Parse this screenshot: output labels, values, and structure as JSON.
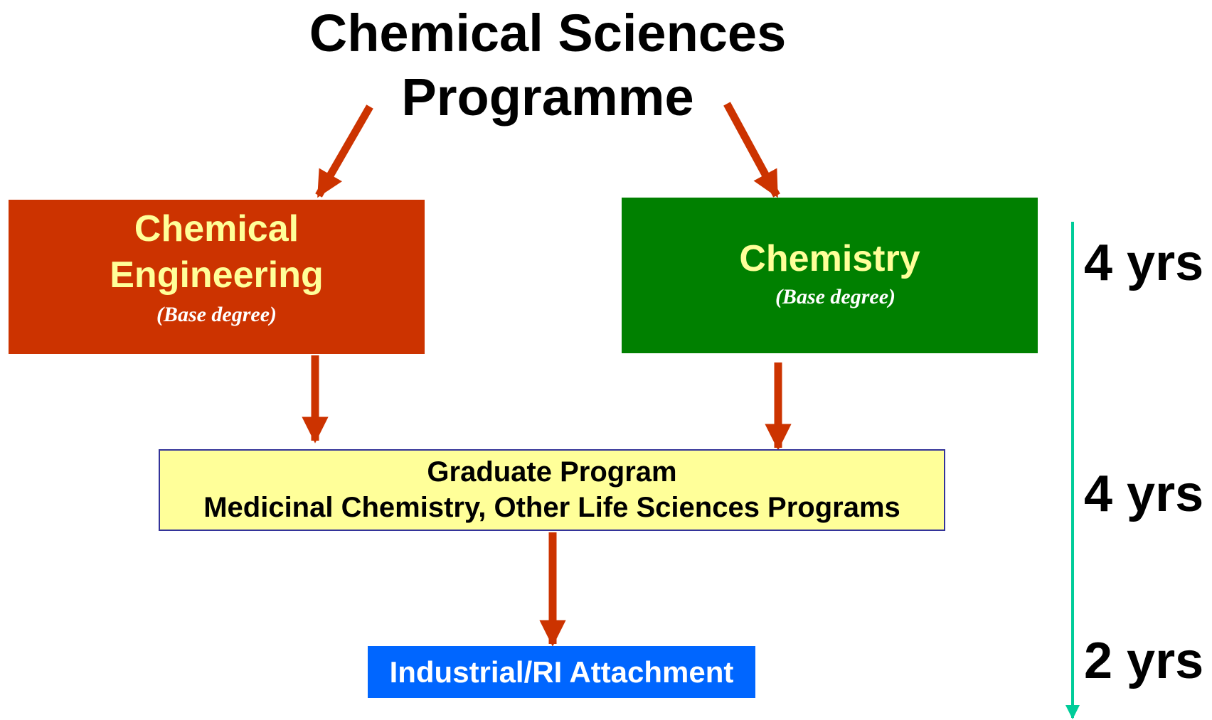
{
  "title": {
    "line1": "Chemical Sciences",
    "line2": "Programme"
  },
  "chemical_engineering": {
    "line1": "Chemical",
    "line2": "Engineering",
    "sub": "(Base degree)"
  },
  "chemistry": {
    "label": "Chemistry",
    "sub": "(Base degree)"
  },
  "graduate": {
    "line1": "Graduate Program",
    "line2": "Medicinal Chemistry, Other Life Sciences Programs"
  },
  "industrial": {
    "label": "Industrial/RI Attachment"
  },
  "durations": [
    "4 yrs",
    "4 yrs",
    "2 yrs"
  ],
  "colors": {
    "arrow": "#cc3300",
    "timeline": "#00cc99",
    "chemical_engineering_bg": "#cc3300",
    "chemistry_bg": "#008000",
    "graduate_bg": "#ffff99",
    "industrial_bg": "#0066ff",
    "box_text": "#ffff99"
  }
}
